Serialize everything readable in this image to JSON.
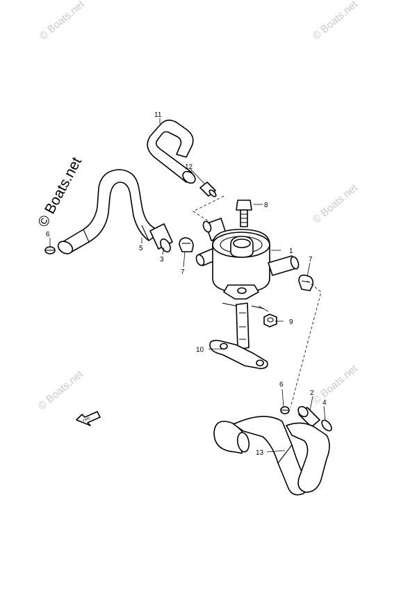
{
  "watermark": {
    "text": "© Boats.net"
  },
  "callouts": {
    "c1": "1",
    "c2": "2",
    "c3": "3",
    "c4": "4",
    "c5": "5",
    "c6a": "6",
    "c6b": "6",
    "c7a": "7",
    "c7b": "7",
    "c8": "8",
    "c9": "9",
    "c10": "10",
    "c11": "11",
    "c12": "12",
    "c13": "13"
  },
  "fwd_label": "FWD"
}
